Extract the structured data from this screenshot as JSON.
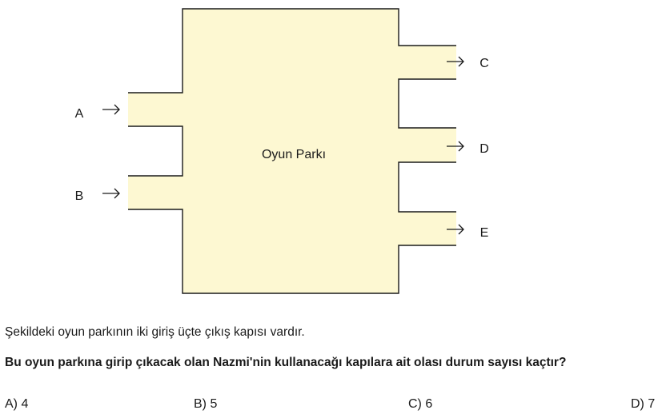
{
  "diagram": {
    "park_label": "Oyun Parkı",
    "fill_color": "#fdf8d2",
    "entrances": [
      "A",
      "B"
    ],
    "exits": [
      "C",
      "D",
      "E"
    ]
  },
  "question": {
    "statement": "Şekildeki oyun parkının iki giriş üçte çıkış kapısı vardır.",
    "prompt": "Bu oyun parkına girip çıkacak olan Nazmi'nin kullanacağı kapılara ait olası durum sayısı kaçtır?"
  },
  "options": [
    {
      "label": "A) 4"
    },
    {
      "label": "B) 5"
    },
    {
      "label": "C) 6"
    },
    {
      "label": "D) 7"
    }
  ]
}
